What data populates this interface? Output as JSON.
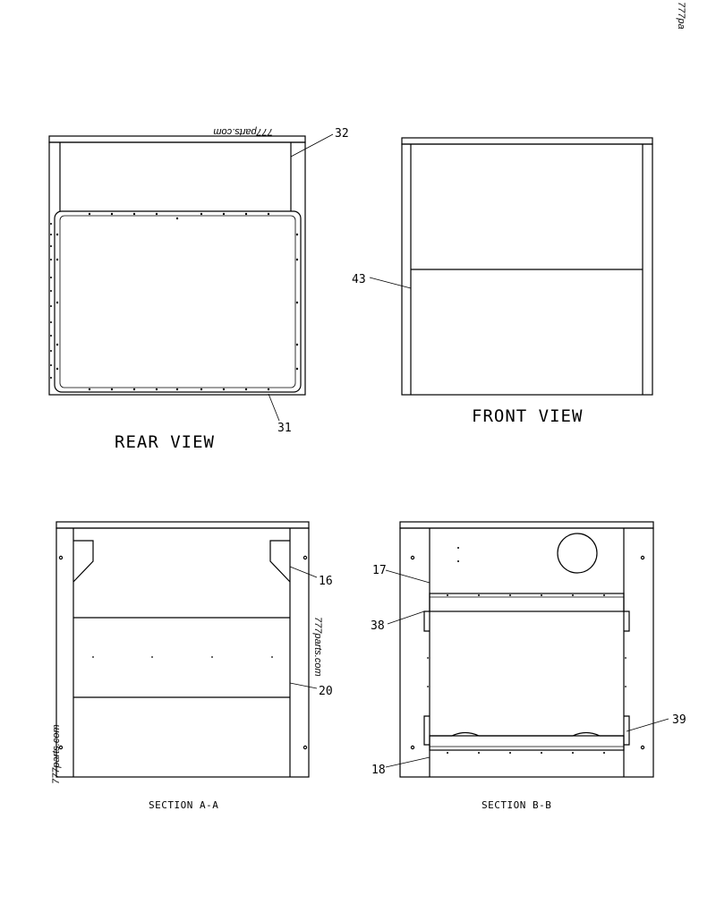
{
  "views": {
    "rear": "REAR VIEW",
    "front": "FRONT VIEW",
    "section_a": "SECTION A-A",
    "section_b": "SECTION B-B"
  },
  "callouts": {
    "c32": "32",
    "c31": "31",
    "c43": "43",
    "c16": "16",
    "c20": "20",
    "c17": "17",
    "c38": "38",
    "c39": "39",
    "c18": "18"
  },
  "watermarks": {
    "top_right": "777pa",
    "rear_top": "777parts.com",
    "sec_a_right": "777parts.com",
    "sec_a_left": "777parts.com"
  }
}
